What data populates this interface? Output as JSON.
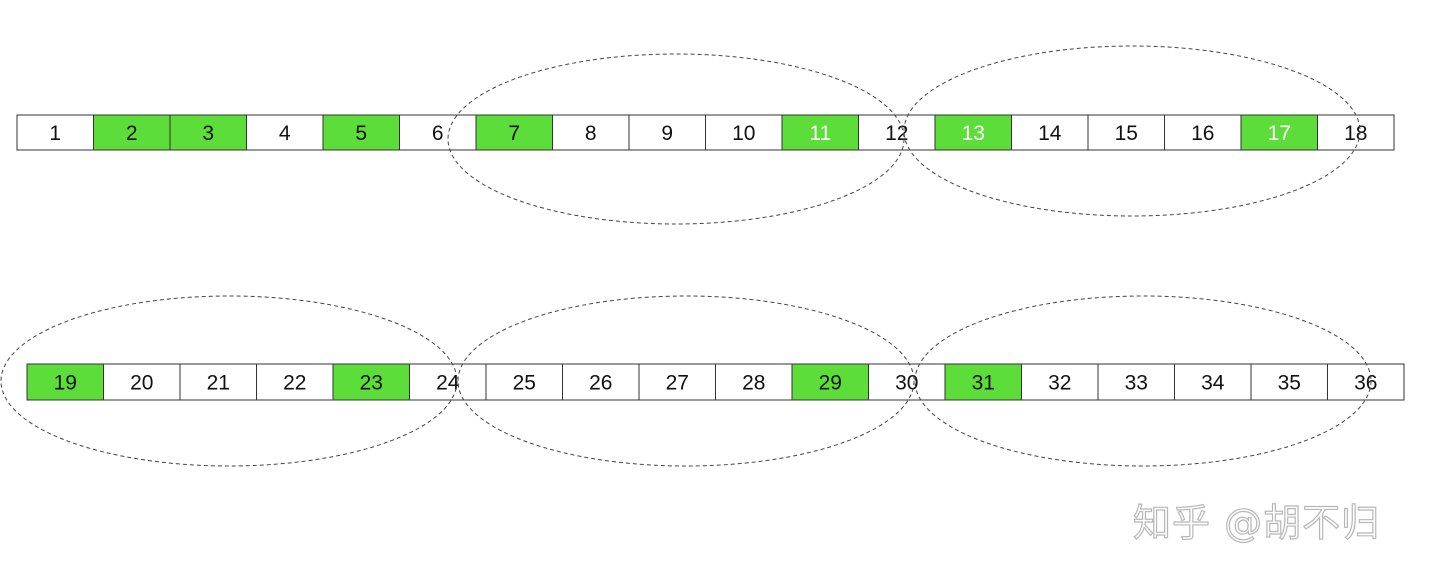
{
  "colors": {
    "highlight": "#5ddd3a",
    "plain": "#ffffff",
    "text_dark": "#111111",
    "text_light": "#ffffff"
  },
  "rows": [
    {
      "cells": [
        {
          "label": "1",
          "highlight": false
        },
        {
          "label": "2",
          "highlight": true
        },
        {
          "label": "3",
          "highlight": true
        },
        {
          "label": "4",
          "highlight": false
        },
        {
          "label": "5",
          "highlight": true
        },
        {
          "label": "6",
          "highlight": false
        },
        {
          "label": "7",
          "highlight": true
        },
        {
          "label": "8",
          "highlight": false
        },
        {
          "label": "9",
          "highlight": false
        },
        {
          "label": "10",
          "highlight": false
        },
        {
          "label": "11",
          "highlight": true,
          "light_text": true
        },
        {
          "label": "12",
          "highlight": false
        },
        {
          "label": "13",
          "highlight": true,
          "light_text": true
        },
        {
          "label": "14",
          "highlight": false
        },
        {
          "label": "15",
          "highlight": false
        },
        {
          "label": "16",
          "highlight": false
        },
        {
          "label": "17",
          "highlight": true,
          "light_text": true
        },
        {
          "label": "18",
          "highlight": false
        }
      ]
    },
    {
      "cells": [
        {
          "label": "19",
          "highlight": true
        },
        {
          "label": "20",
          "highlight": false
        },
        {
          "label": "21",
          "highlight": false
        },
        {
          "label": "22",
          "highlight": false
        },
        {
          "label": "23",
          "highlight": true
        },
        {
          "label": "24",
          "highlight": false
        },
        {
          "label": "25",
          "highlight": false
        },
        {
          "label": "26",
          "highlight": false
        },
        {
          "label": "27",
          "highlight": false
        },
        {
          "label": "28",
          "highlight": false
        },
        {
          "label": "29",
          "highlight": true
        },
        {
          "label": "30",
          "highlight": false
        },
        {
          "label": "31",
          "highlight": true
        },
        {
          "label": "32",
          "highlight": false
        },
        {
          "label": "33",
          "highlight": false
        },
        {
          "label": "34",
          "highlight": false
        },
        {
          "label": "35",
          "highlight": false
        },
        {
          "label": "36",
          "highlight": false
        }
      ]
    }
  ],
  "watermark": "知乎 @胡不归"
}
